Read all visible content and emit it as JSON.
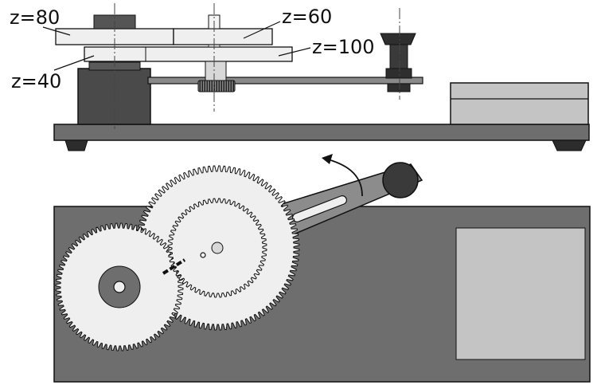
{
  "labels": {
    "z80": "z=80",
    "z60": "z=60",
    "z100": "z=100",
    "z40": "z=40"
  },
  "colors": {
    "base_plate": "#6e6e6e",
    "gear_fill": "#efefef",
    "dark_part": "#4a4a4a",
    "knob": "#3a3a3a",
    "pad": "#c4c4c4",
    "outline": "#111111"
  },
  "gears": [
    {
      "name": "gear-z80",
      "teeth": 80
    },
    {
      "name": "gear-z60",
      "teeth": 60
    },
    {
      "name": "gear-z100",
      "teeth": 100
    },
    {
      "name": "gear-z40",
      "teeth": 40
    }
  ]
}
